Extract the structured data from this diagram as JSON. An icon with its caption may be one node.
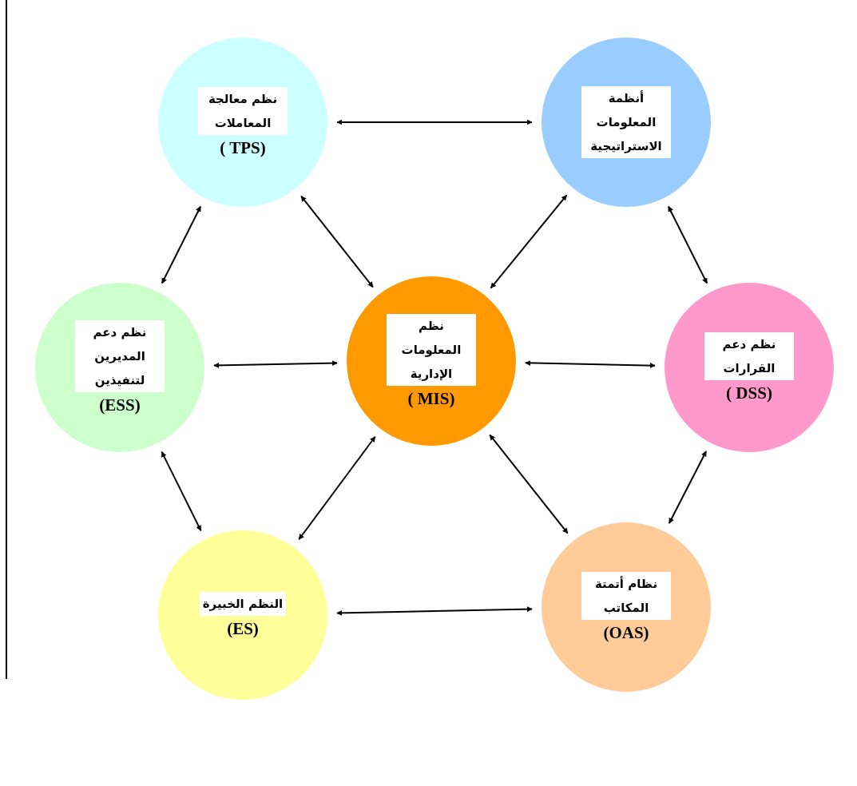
{
  "diagram": {
    "nodes": [
      {
        "text": [
          "نظم معالجة المعاملات",
          "( TPS)"
        ]
      },
      {
        "text": [
          "أنظمة المعلومات الاستراتيجية"
        ]
      },
      {
        "text": [
          "نظم دعم المديرين لتنفيذين",
          "(ESS)"
        ]
      },
      {
        "text": [
          "نظم المعلومات الإدارية",
          "( MIS)"
        ]
      },
      {
        "text": [
          "نظم دعم القرارات",
          "( DSS)"
        ]
      },
      {
        "text": [
          "النظم الخبيرة",
          "(ES)"
        ]
      },
      {
        "text": [
          "نظام أتمتة المكاتب",
          "(OAS)"
        ]
      }
    ],
    "edges": [
      {
        "from": 0,
        "to": 1,
        "arrow": "both"
      },
      {
        "from": 0,
        "to": 2,
        "arrow": "both"
      },
      {
        "from": 0,
        "to": 3,
        "arrow": "both"
      },
      {
        "from": 1,
        "to": 3,
        "arrow": "both"
      },
      {
        "from": 1,
        "to": 4,
        "arrow": "both"
      },
      {
        "from": 2,
        "to": 3,
        "arrow": "both"
      },
      {
        "from": 3,
        "to": 4,
        "arrow": "both"
      },
      {
        "from": 2,
        "to": 5,
        "arrow": "both"
      },
      {
        "from": 3,
        "to": 5,
        "arrow": "both"
      },
      {
        "from": 3,
        "to": 6,
        "arrow": "both"
      },
      {
        "from": 4,
        "to": 6,
        "arrow": "both"
      },
      {
        "from": 5,
        "to": 6,
        "arrow": "both"
      }
    ]
  }
}
